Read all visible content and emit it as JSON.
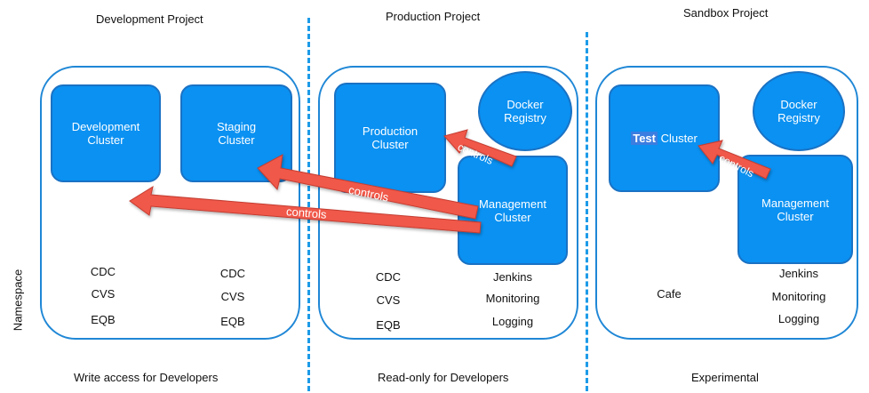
{
  "projects": {
    "development": {
      "title": "Development Project",
      "clusters": [
        "Development\nCluster",
        "Staging\nCluster"
      ],
      "namespaces_col1": [
        "CDC",
        "CVS",
        "EQB"
      ],
      "namespaces_col2": [
        "CDC",
        "CVS",
        "EQB"
      ],
      "footer": "Write access for Developers"
    },
    "production": {
      "title": "Production Project",
      "cluster": "Production\nCluster",
      "registry": "Docker\nRegistry",
      "management": "Management\nCluster",
      "namespaces": [
        "CDC",
        "CVS",
        "EQB"
      ],
      "mgmt_namespaces": [
        "Jenkins",
        "Monitoring",
        "Logging"
      ],
      "footer": "Read-only for Developers"
    },
    "sandbox": {
      "title": "Sandbox Project",
      "cluster_test_word": "Test",
      "cluster_rest": " Cluster",
      "registry": "Docker\nRegistry",
      "management": "Management\nCluster",
      "namespaces": [
        "Cafe"
      ],
      "mgmt_namespaces": [
        "Jenkins",
        "Monitoring",
        "Logging"
      ],
      "footer": "Experimental"
    }
  },
  "arrows": {
    "label": "controls",
    "color": "#f0584a"
  },
  "side_label": "Namespace"
}
